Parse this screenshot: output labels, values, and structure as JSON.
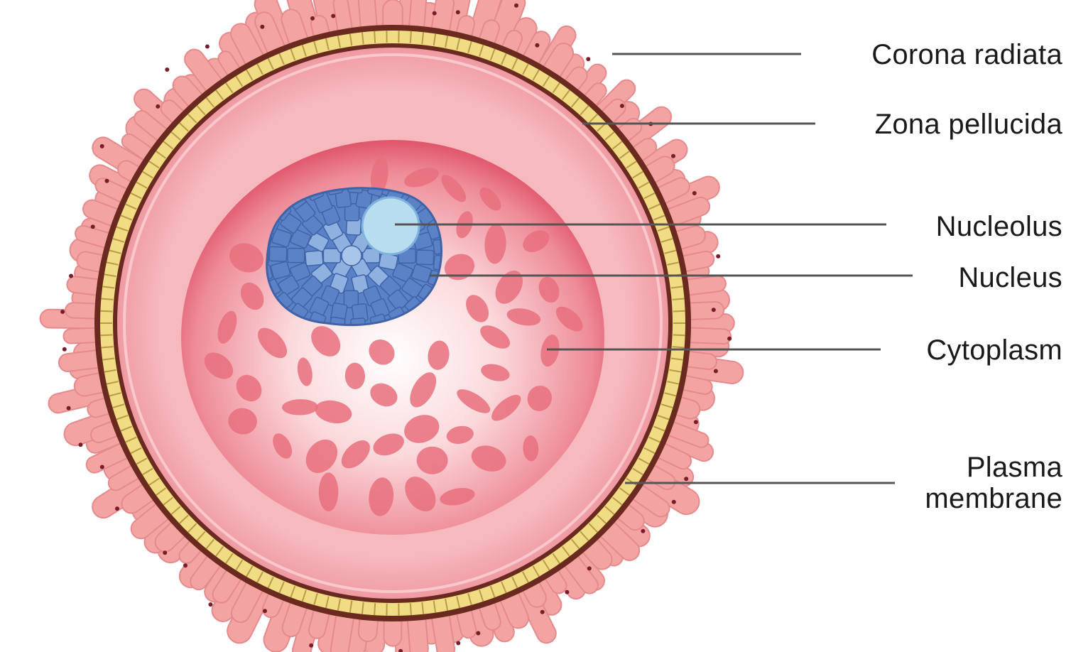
{
  "labels": {
    "corona_radiata": "Corona radiata",
    "zona_pellucida": "Zona pellucida",
    "nucleolus": "Nucleolus",
    "nucleus": "Nucleus",
    "cytoplasm": "Cytoplasm",
    "plasma_membrane_line1": "Plasma",
    "plasma_membrane_line2": "membrane"
  },
  "colors": {
    "corona_cells": "#f4a3a3",
    "corona_cell_edge": "#e48a8d",
    "corona_dot": "#7a1d2b",
    "zona_band": "#f0dc82",
    "zona_border": "#6b2a1f",
    "perivitelline": "#f3a5ab",
    "cytoplasm_center": "#ffffff",
    "cytoplasm_edge": "#e0556a",
    "granule": "#e8707c",
    "nucleus": "#5b82c7",
    "nucleus_cell_edge": "#3f63a6",
    "nucleolus": "#b8dcf0",
    "leader_line": "#555555"
  }
}
